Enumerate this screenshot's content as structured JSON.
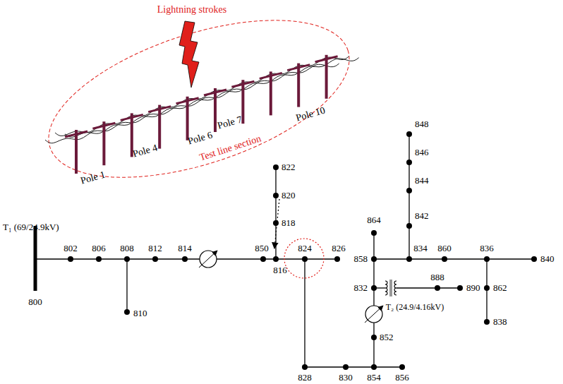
{
  "diagram": {
    "labels": [
      "Lightning strokes",
      "Pole 1",
      "Pole 4",
      "Pole 6",
      "Pole 7",
      "Pole 10",
      "Test line section",
      "T₁ (69/24.9kV)",
      "800",
      "802",
      "806",
      "808",
      "810",
      "812",
      "814",
      "850",
      "816",
      "818",
      "820",
      "822",
      "824",
      "826",
      "828",
      "830",
      "854",
      "856",
      "852",
      "832",
      "858",
      "864",
      "888",
      "890",
      "834",
      "842",
      "844",
      "846",
      "848",
      "860",
      "836",
      "840",
      "862",
      "838",
      "T₂ (24.9/4.16kV)"
    ]
  }
}
